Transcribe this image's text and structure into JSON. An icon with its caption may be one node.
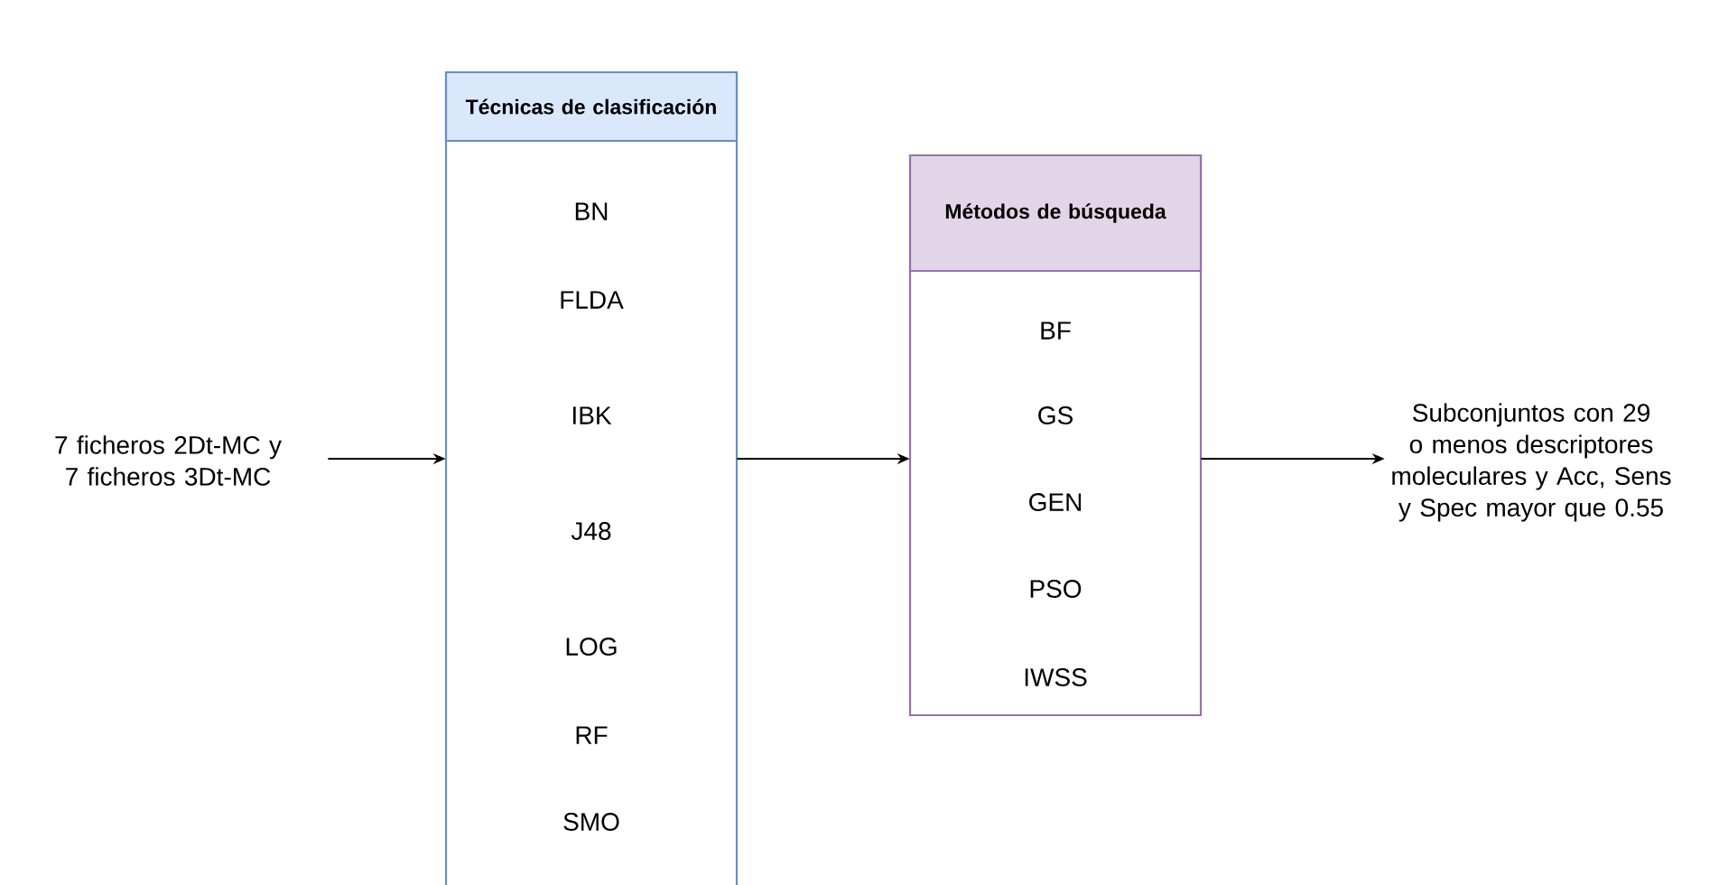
{
  "diagram": {
    "nodes": [
      {
        "text": [
          "7  ficheros 2Dt-MC y 7 ficheros 3Dt-MC"
        ]
      },
      {
        "text": [
          "Técnicas de clasificación",
          "BN",
          "FLDA",
          "IBK",
          "J48",
          "LOG",
          "RF",
          "SMO"
        ]
      },
      {
        "text": [
          "Métodos de búsqueda",
          "BF",
          "GS",
          "GEN",
          "PSO",
          "IWSS"
        ]
      },
      {
        "text": [
          "Subconjuntos con 29 o menos descriptores moleculares y Acc, Sens y Spec mayor que 0.55"
        ]
      }
    ],
    "edges": [
      {
        "from": 0,
        "to": 1,
        "arrow": "to"
      },
      {
        "from": 1,
        "to": 2,
        "arrow": "to"
      },
      {
        "from": 2,
        "to": 3,
        "arrow": "to"
      }
    ]
  }
}
